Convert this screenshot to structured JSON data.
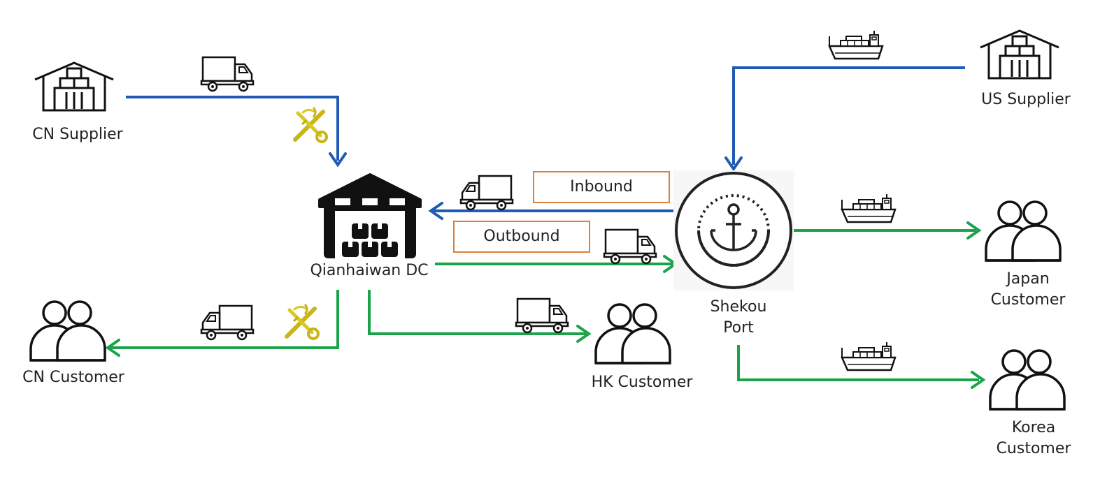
{
  "diagram": {
    "title": "",
    "colors": {
      "inbound_flow": "#1f5bb5",
      "outbound_flow": "#1aa34a",
      "label_border": "#d9823b",
      "icon_stroke": "#111111",
      "customs_icon": "#d4c21a"
    },
    "nodes": {
      "cn_supplier": {
        "label": "CN Supplier",
        "icon": "warehouse-icon"
      },
      "us_supplier": {
        "label": "US Supplier",
        "icon": "warehouse-icon"
      },
      "dc": {
        "label": "Qianhaiwan DC",
        "icon": "distribution-center-icon"
      },
      "port": {
        "label_line1": "Shekou",
        "label_line2": "Port",
        "icon": "anchor-icon"
      },
      "cn_customer": {
        "label": "CN Customer",
        "icon": "people-icon"
      },
      "hk_customer": {
        "label": "HK Customer",
        "icon": "people-icon"
      },
      "japan_customer": {
        "label_line1": "Japan",
        "label_line2": "Customer",
        "icon": "people-icon"
      },
      "korea_customer": {
        "label_line1": "Korea",
        "label_line2": "Customer",
        "icon": "people-icon"
      }
    },
    "flow_labels": {
      "inbound": "Inbound",
      "outbound": "Outbound"
    },
    "edges": [
      {
        "from": "CN Supplier",
        "to": "Qianhaiwan DC",
        "type": "inbound",
        "transport": "truck",
        "customs": true
      },
      {
        "from": "US Supplier",
        "to": "Shekou Port",
        "type": "inbound",
        "transport": "ship",
        "customs": false
      },
      {
        "from": "Shekou Port",
        "to": "Qianhaiwan DC",
        "type": "inbound",
        "transport": "truck",
        "customs": false
      },
      {
        "from": "Qianhaiwan DC",
        "to": "Shekou Port",
        "type": "outbound",
        "transport": "truck",
        "customs": false
      },
      {
        "from": "Qianhaiwan DC",
        "to": "CN Customer",
        "type": "outbound",
        "transport": "truck",
        "customs": true
      },
      {
        "from": "Qianhaiwan DC",
        "to": "HK Customer",
        "type": "outbound",
        "transport": "truck",
        "customs": false
      },
      {
        "from": "Shekou Port",
        "to": "Japan Customer",
        "type": "outbound",
        "transport": "ship",
        "customs": false
      },
      {
        "from": "Shekou Port",
        "to": "Korea Customer",
        "type": "outbound",
        "transport": "ship",
        "customs": false
      }
    ]
  }
}
